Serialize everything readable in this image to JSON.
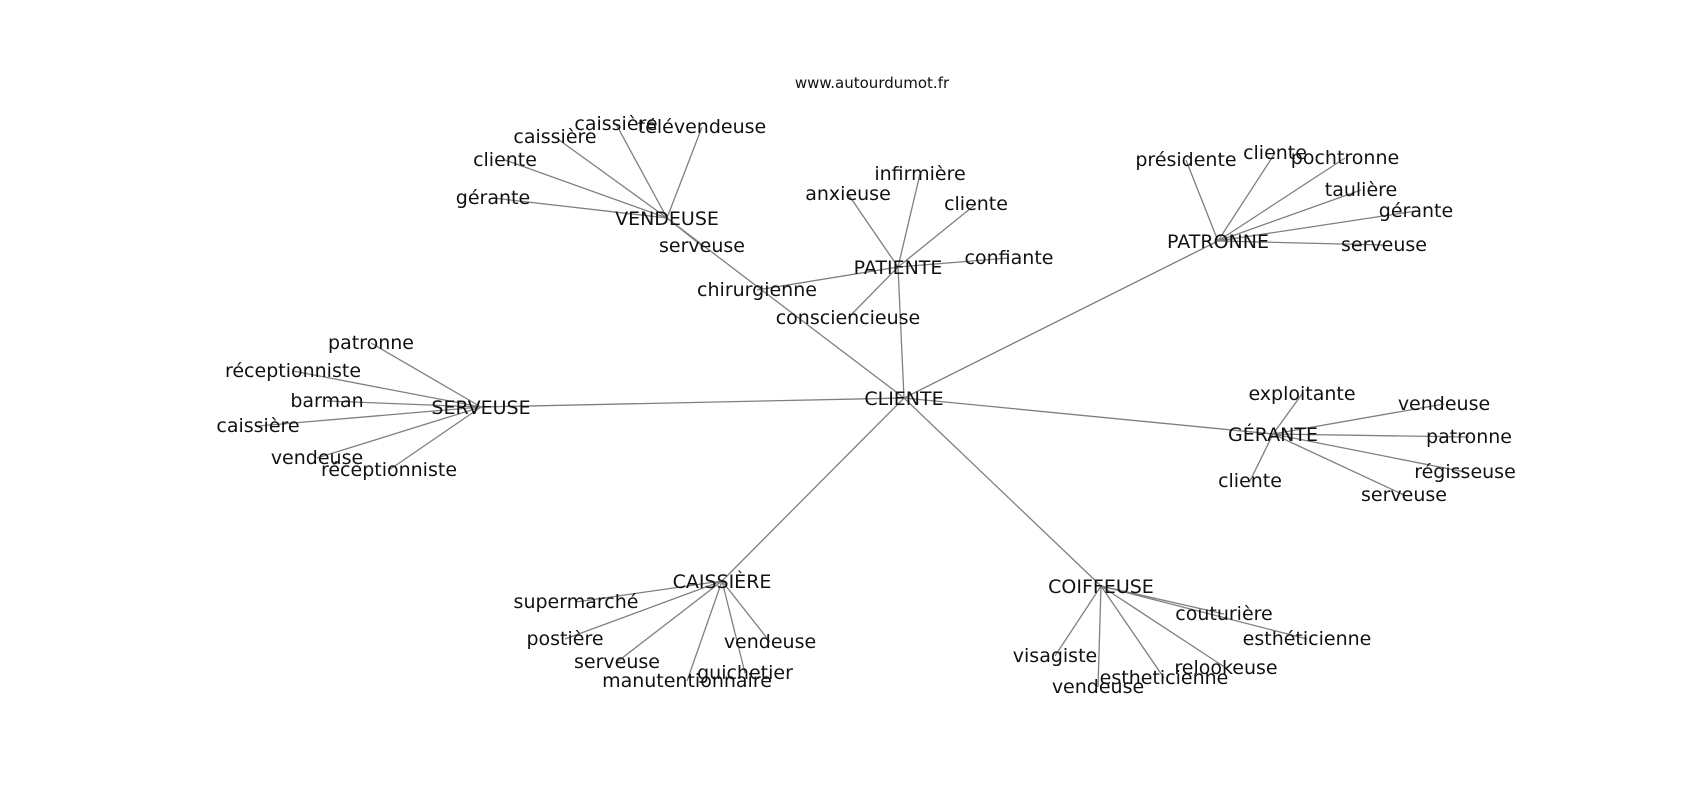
{
  "source": "www.autourdumot.fr",
  "graph": {
    "center": "CLIENTE",
    "clusters": [
      {
        "hub": "VENDEUSE",
        "terms": [
          "caissière",
          "télévendeuse",
          "caissière",
          "cliente",
          "gérante",
          "serveuse"
        ]
      },
      {
        "hub": "PATIENTE",
        "terms": [
          "infirmière",
          "anxieuse",
          "cliente",
          "confiante",
          "chirurgienne",
          "consciencieuse"
        ]
      },
      {
        "hub": "PATRONNE",
        "terms": [
          "présidente",
          "cliente",
          "pochtronne",
          "taulière",
          "gérante",
          "serveuse"
        ]
      },
      {
        "hub": "SERVEUSE",
        "terms": [
          "patronne",
          "réceptionniste",
          "barman",
          "caissière",
          "vendeuse",
          "réceptionniste"
        ]
      },
      {
        "hub": "GÉRANTE",
        "terms": [
          "exploitante",
          "vendeuse",
          "patronne",
          "régisseuse",
          "serveuse",
          "cliente"
        ]
      },
      {
        "hub": "CAISSIÈRE",
        "terms": [
          "supermarché",
          "postière",
          "serveuse",
          "manutentionnaire",
          "guichetier",
          "vendeuse"
        ]
      },
      {
        "hub": "COIFFEUSE",
        "terms": [
          "couturière",
          "esthéticienne",
          "relookeuse",
          "estheticienne",
          "vendeuse",
          "visagiste"
        ]
      }
    ]
  },
  "colors": {
    "edge": "#7f7f7f",
    "text": "#111111",
    "background": "#ffffff"
  }
}
